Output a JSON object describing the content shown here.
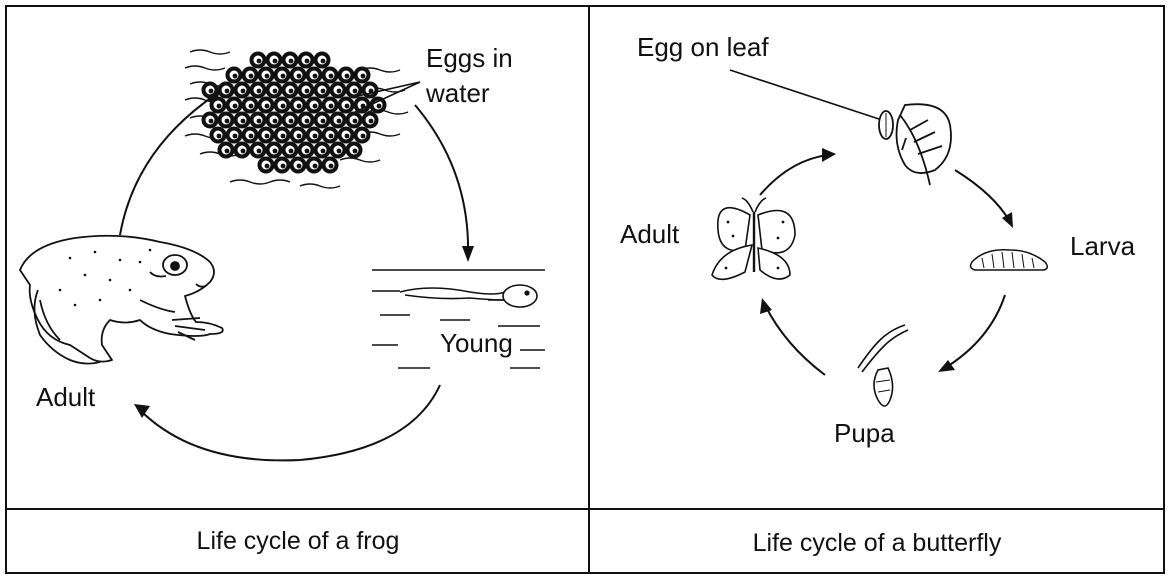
{
  "frog": {
    "labels": {
      "eggs": "Eggs in\nwater",
      "eggs_line1": "Eggs in",
      "eggs_line2": "water",
      "young": "Young",
      "adult": "Adult"
    },
    "caption": "Life cycle of a frog"
  },
  "butterfly": {
    "labels": {
      "egg": "Egg on leaf",
      "larva": "Larva",
      "pupa": "Pupa",
      "adult": "Adult"
    },
    "caption": "Life cycle of a butterfly"
  },
  "colors": {
    "ink": "#111111",
    "paper": "#ffffff"
  }
}
